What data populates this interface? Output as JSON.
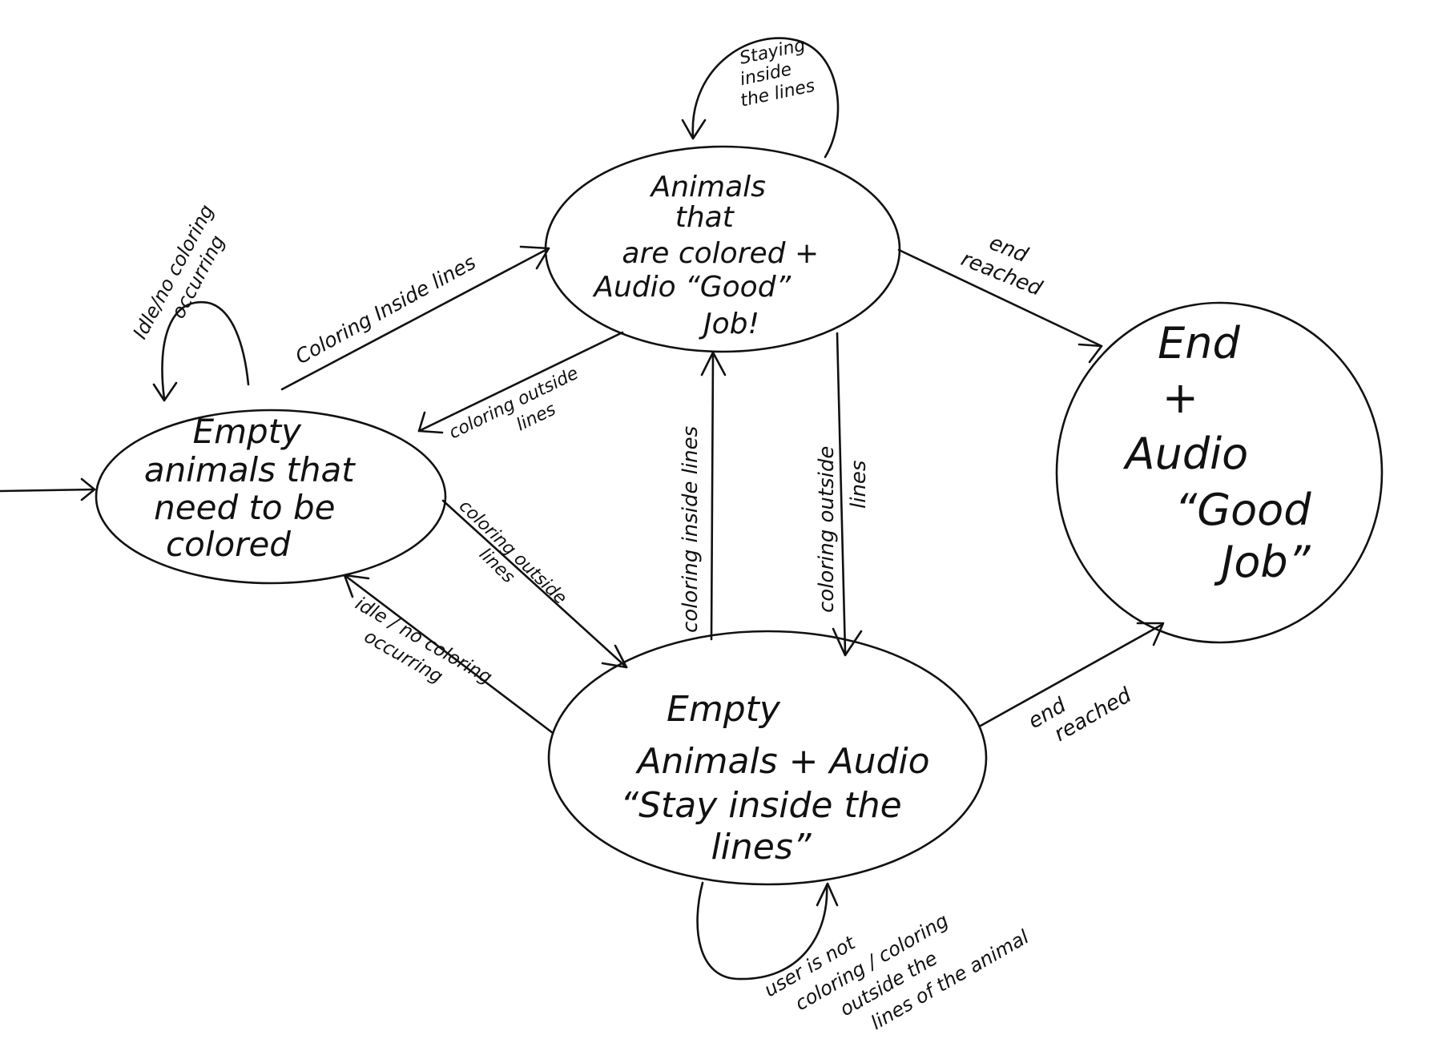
{
  "states": {
    "empty": {
      "lines": [
        "Empty",
        "animals that",
        "need to be",
        "colored"
      ]
    },
    "colored": {
      "lines": [
        "Animals",
        "that",
        "are colored +",
        "Audio “Good”",
        "Job!"
      ]
    },
    "empty_audio": {
      "lines": [
        "Empty",
        "Animals + Audio",
        "“Stay inside the",
        "lines”"
      ]
    },
    "end": {
      "lines": [
        "End",
        "+",
        "Audio",
        "“Good",
        "Job”"
      ]
    }
  },
  "transitions": {
    "self_colored": [
      "Staying",
      "inside",
      "the lines"
    ],
    "self_empty": [
      "Idle/no coloring",
      "occurring"
    ],
    "empty_to_colored": [
      "Coloring Inside lines"
    ],
    "colored_to_empty": [
      "coloring outside",
      "lines"
    ],
    "colored_to_end": [
      "end",
      "reached"
    ],
    "empty_to_empty_audio": [
      "coloring outside",
      "lines"
    ],
    "empty_audio_to_empty": [
      "idle / no coloring",
      "occurring"
    ],
    "empty_audio_to_colored": [
      "coloring inside lines"
    ],
    "colored_to_empty_audio": [
      "coloring outside",
      "lines"
    ],
    "empty_audio_to_end": [
      "end",
      "reached"
    ],
    "self_empty_audio": [
      "user is not",
      "coloring / coloring",
      "outside the",
      "lines of the animal"
    ]
  }
}
